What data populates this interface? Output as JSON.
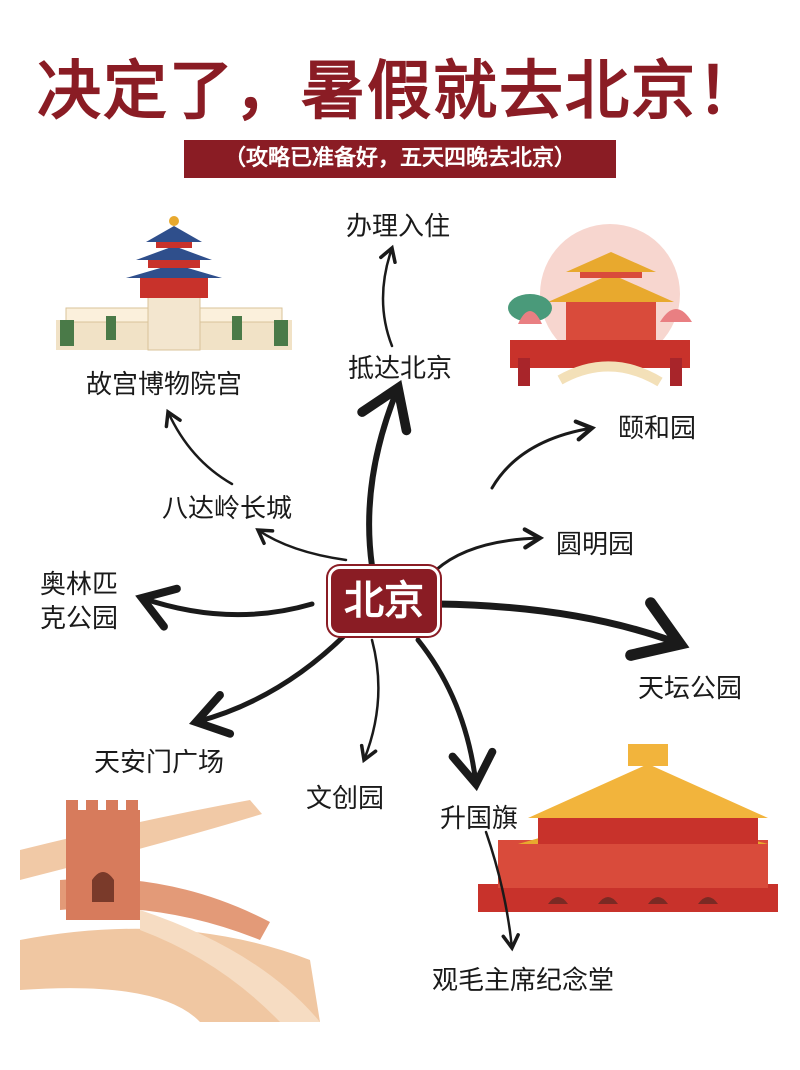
{
  "header": {
    "title": "决定了，暑假就去北京！",
    "subtitle": "（攻略已准备好，五天四晚去北京）"
  },
  "map": {
    "center": "北京",
    "nodes": {
      "checkin": "办理入住",
      "arrive": "抵达北京",
      "palace_museum": "故宫博物院宫",
      "badaling": "八达岭长城",
      "summer_palace": "颐和园",
      "yuanmingyuan": "圆明园",
      "olympic_line1": "奥林匹",
      "olympic_line2": "克公园",
      "temple_heaven": "天坛公园",
      "tiananmen": "天安门广场",
      "wenchuang": "文创园",
      "flag_raising": "升国旗",
      "mausoleum": "观毛主席纪念堂"
    }
  },
  "colors": {
    "brand": "#8a1c24",
    "ink": "#1a1a1a",
    "gold": "#e8a92e",
    "red": "#c8322b"
  },
  "illustrations": [
    "temple-of-heaven-illustration",
    "pavilion-lotus-illustration",
    "great-wall-illustration",
    "tiananmen-gate-illustration"
  ]
}
